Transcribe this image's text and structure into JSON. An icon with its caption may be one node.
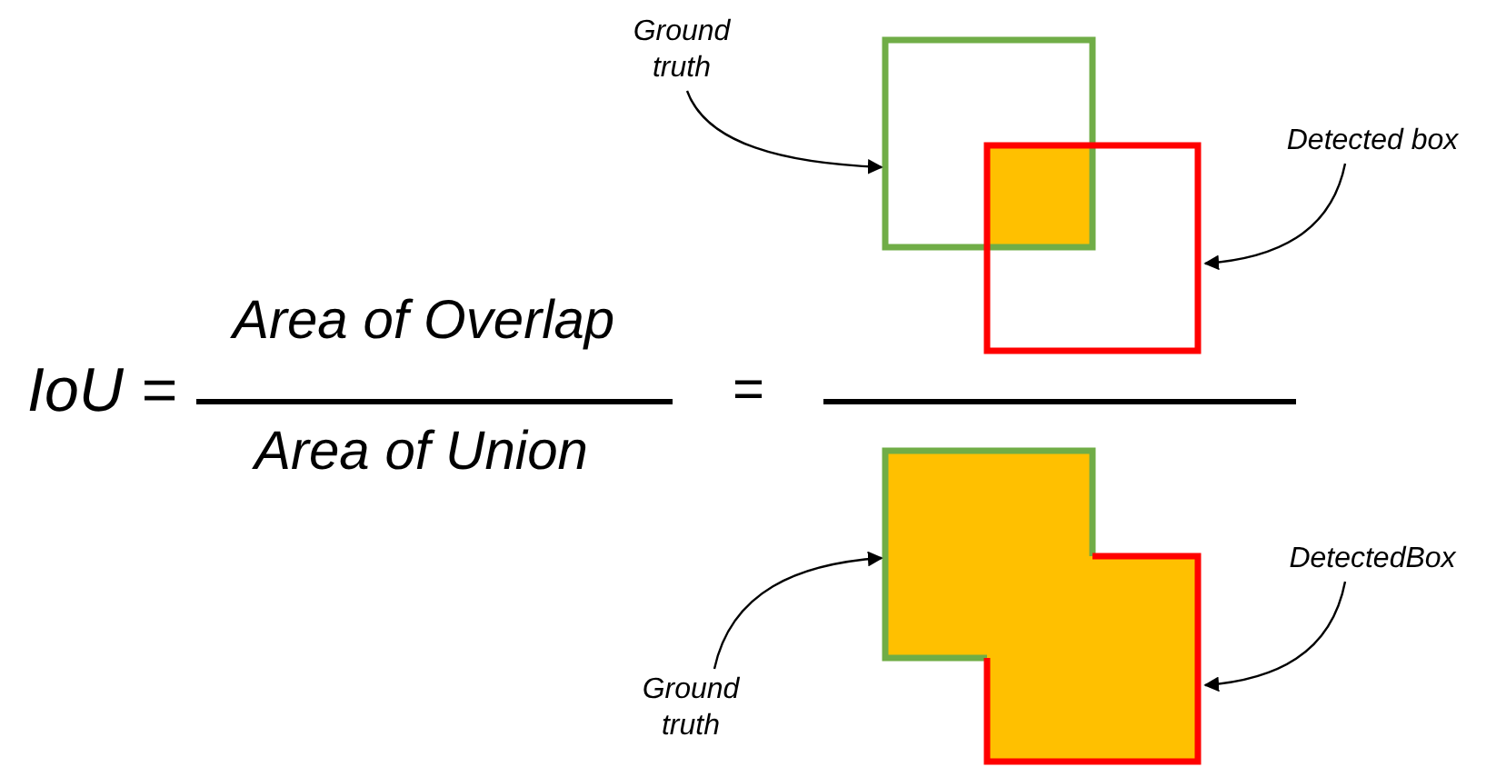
{
  "diagram": {
    "nodes": [
      {
        "text": [
          "Ground truth"
        ]
      },
      {
        "text": [],
        "shape": "box"
      },
      {
        "text": [],
        "shape": "box"
      },
      {
        "text": [
          "Detected box"
        ]
      },
      {
        "text": [
          "Ground truth"
        ]
      },
      {
        "text": [],
        "shape": "box"
      },
      {
        "text": [],
        "shape": "box"
      },
      {
        "text": [
          "DetectedBox"
        ]
      }
    ],
    "edges": [
      {
        "from": 0,
        "to": 1,
        "arrow": "to"
      },
      {
        "from": 3,
        "to": 2,
        "arrow": "to"
      },
      {
        "from": 4,
        "to": 5,
        "arrow": "to"
      },
      {
        "from": 7,
        "to": 6,
        "arrow": "to"
      }
    ],
    "labels": [
      "IoU =",
      "Area of Overlap",
      "Area of Union",
      "="
    ]
  }
}
